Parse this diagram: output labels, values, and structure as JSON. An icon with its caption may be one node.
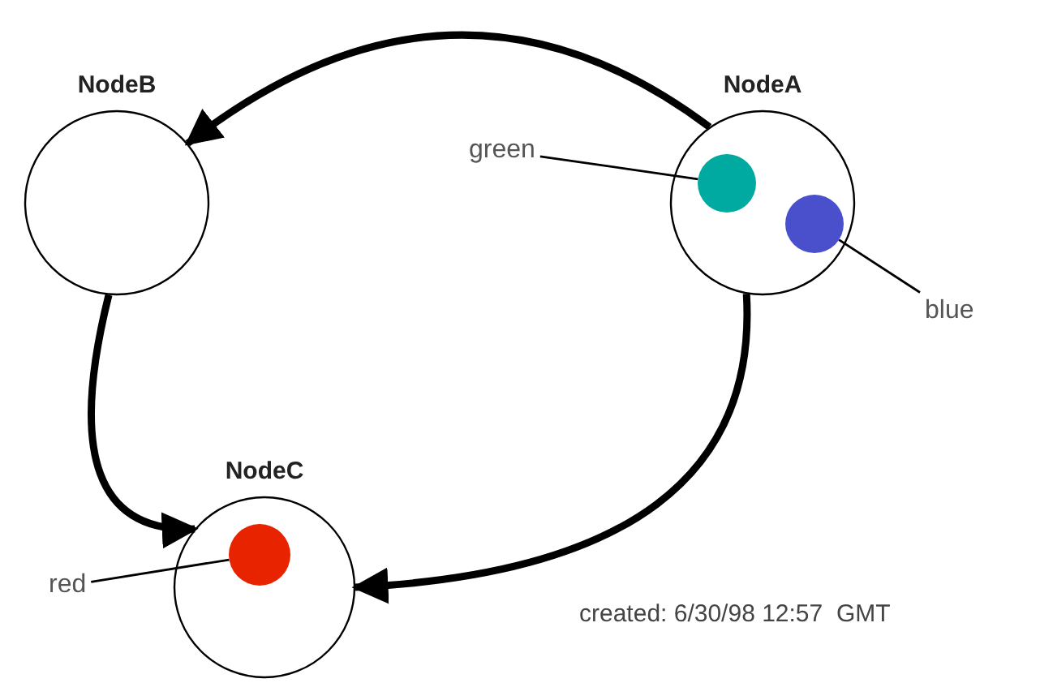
{
  "diagram": {
    "nodes": [
      {
        "text": [
          "NodeB"
        ]
      },
      {
        "text": [
          "NodeA"
        ]
      },
      {
        "text": [],
        "shape": "circle",
        "in": 1
      },
      {
        "text": [],
        "shape": "circle",
        "in": 1
      },
      {
        "text": [
          "green"
        ]
      },
      {
        "text": [
          "blue"
        ]
      },
      {
        "text": [
          "NodeC"
        ]
      },
      {
        "text": [],
        "shape": "circle",
        "in": 6
      },
      {
        "text": [
          "red"
        ]
      }
    ],
    "edges": [
      {
        "from": 1,
        "to": 0,
        "arrow": "to",
        "style": "thick"
      },
      {
        "from": 0,
        "to": 6,
        "arrow": "to",
        "style": "thick"
      },
      {
        "from": 1,
        "to": 6,
        "arrow": "to",
        "style": "thick"
      },
      {
        "from": 4,
        "to": 2,
        "arrow": "none"
      },
      {
        "from": 5,
        "to": 3,
        "arrow": "none"
      },
      {
        "from": 8,
        "to": 7,
        "arrow": "none"
      }
    ],
    "labels": [
      "created: 6/30/98 12:57  GMT"
    ]
  }
}
